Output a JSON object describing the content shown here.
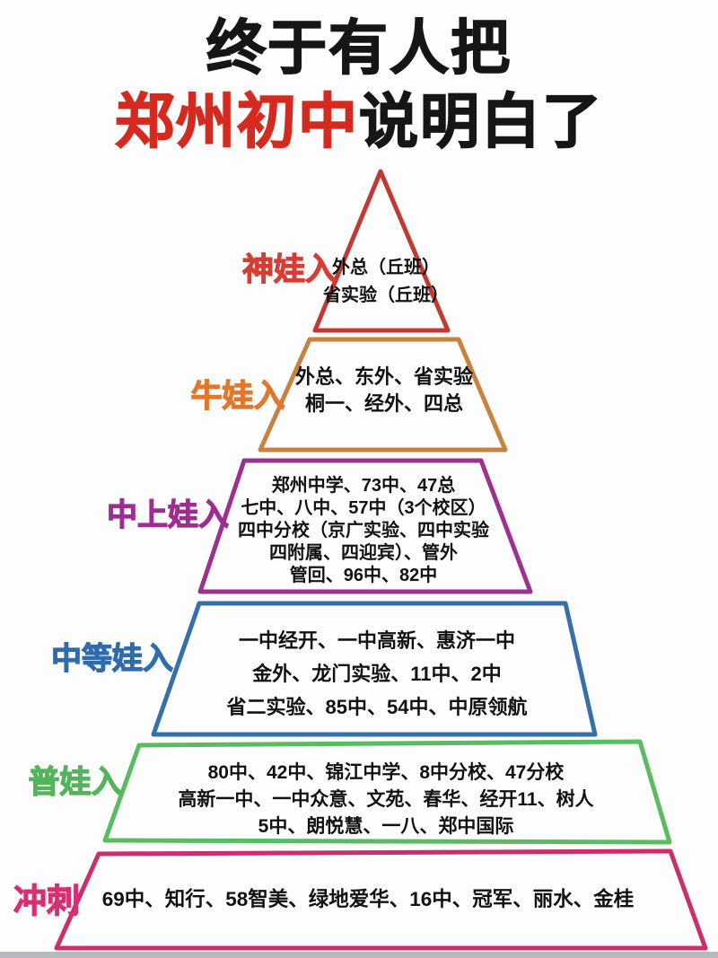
{
  "title": {
    "line1": "终于有人把",
    "line2_highlight": "郑州初中",
    "line2_rest": "说明白了",
    "highlight_color": "#d42a1f",
    "text_color": "#161616"
  },
  "footer_bar_color": "#b6babe",
  "tiers": [
    {
      "label": "神娃入",
      "outline_color": "#c03a32",
      "label_color": "#d63d33",
      "lines": [
        "外总（丘班）",
        "省实验（丘班）"
      ]
    },
    {
      "label": "牛娃入",
      "outline_color": "#c8823f",
      "label_color": "#e2772b",
      "lines": [
        "外总、东外、省实验",
        "桐一、经外、四总"
      ]
    },
    {
      "label": "中上娃入",
      "outline_color": "#9c3191",
      "label_color": "#9e2d93",
      "lines": [
        "郑州中学、73中、47总",
        "七中、八中、57中（3个校区）",
        "四中分校（京广实验、四中实验",
        "四附属、四迎宾）、管外",
        "管回、96中、82中"
      ]
    },
    {
      "label": "中等娃入",
      "outline_color": "#3570aa",
      "label_color": "#2e6cab",
      "lines": [
        "一中经开、一中高新、惠济一中",
        "金外、龙门实验、11中、2中",
        "省二实验、85中、54中、中原领航"
      ]
    },
    {
      "label": "普娃入",
      "outline_color": "#5abc60",
      "label_color": "#53b45b",
      "lines": [
        "80中、42中、锦江中学、8中分校、47分校",
        "高新一中、一中众意、文苑、春华、经开11、树人",
        "5中、朗悦慧、一八、郑中国际"
      ]
    },
    {
      "label": "冲刺",
      "outline_color": "#ca2f6c",
      "label_color": "#d63072",
      "lines": [
        "69中、知行、58智美、绿地爱华、16中、冠军、丽水、金桂"
      ]
    }
  ]
}
